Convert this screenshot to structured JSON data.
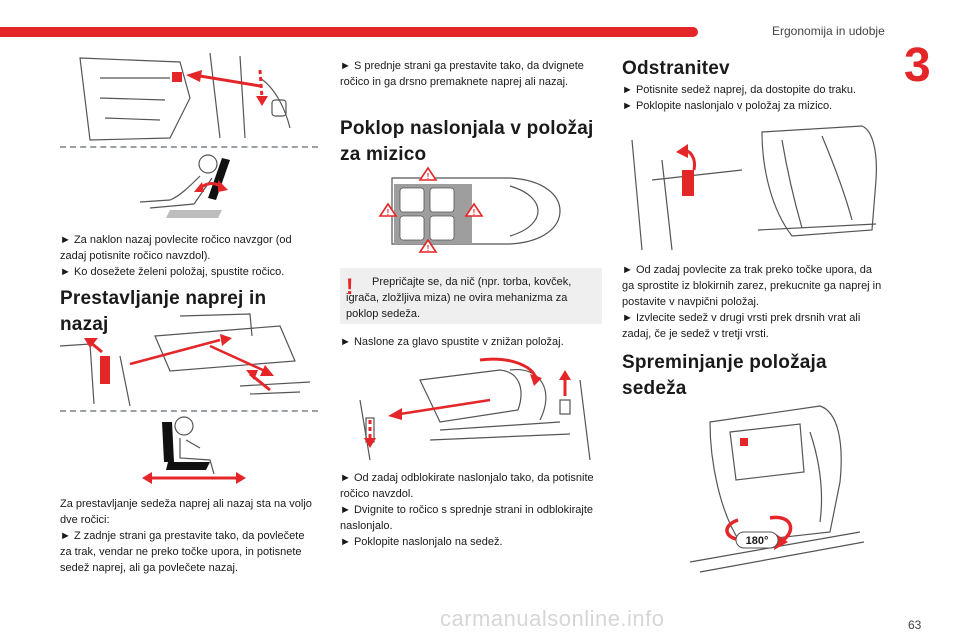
{
  "header": {
    "section_title": "Ergonomija in udobje",
    "chapter_number": "3"
  },
  "footer": {
    "page_number": "63",
    "watermark": "carmanualsonline.info"
  },
  "colors": {
    "accent": "#e52629",
    "note_bg": "#efefef"
  },
  "col1": {
    "text_recline": [
      "► Za naklon nazaj povlecite ročico navzgor (od zadaj potisnite ročico navzdol).",
      "► Ko dosežete želeni položaj, spustite ročico."
    ],
    "heading_slide": "Prestavljanje naprej in nazaj",
    "text_slide": [
      "Za prestavljanje sedeža naprej ali nazaj sta na voljo dve ročici:",
      "► Z zadnje strani ga prestavite tako, da povlečete za trak, vendar ne preko točke upora, in potisnete sedež naprej, ali ga povlečete nazaj."
    ]
  },
  "col2": {
    "text_front": "► S prednje strani ga prestavite tako, da dvignete ročico in ga drsno premaknete naprej ali nazaj.",
    "heading_table": "Poklop naslonjala v položaj za mizico",
    "warning": "Prepričajte se, da nič (npr. torba, kovček, igrača, zložljiva miza) ne ovira mehanizma za poklop sedeža.",
    "text_headrest": "► Naslone za glavo spustite v znižan položaj.",
    "text_unlock": [
      "► Od zadaj odblokirate naslonjalo tako, da potisnite ročico navzdol.",
      "► Dvignite to ročico s sprednje strani in odblokirajte naslonjalo.",
      "► Poklopite naslonjalo na sedež."
    ]
  },
  "col3": {
    "heading_remove": "Odstranitev",
    "text_remove": [
      "► Potisnite sedež naprej, da dostopite do traku.",
      "► Poklopite naslonjalo v položaj za mizico."
    ],
    "text_pull": [
      "► Od zadaj povlecite za trak preko točke upora, da ga sprostite iz blokirnih zarez, prekucnite ga naprej in postavite v navpični položaj.",
      "► Izvlecite sedež v drugi vrsti prek drsnih vrat ali zadaj, če je sedež v tretji vrsti."
    ],
    "heading_reposition": "Spreminjanje položaja sedeža",
    "rotation_label": "180°"
  },
  "icons": {
    "warning": "exclamation-icon",
    "arrows": "red-arrow-icon",
    "alert_triangles": "warning-triangle-icon"
  }
}
